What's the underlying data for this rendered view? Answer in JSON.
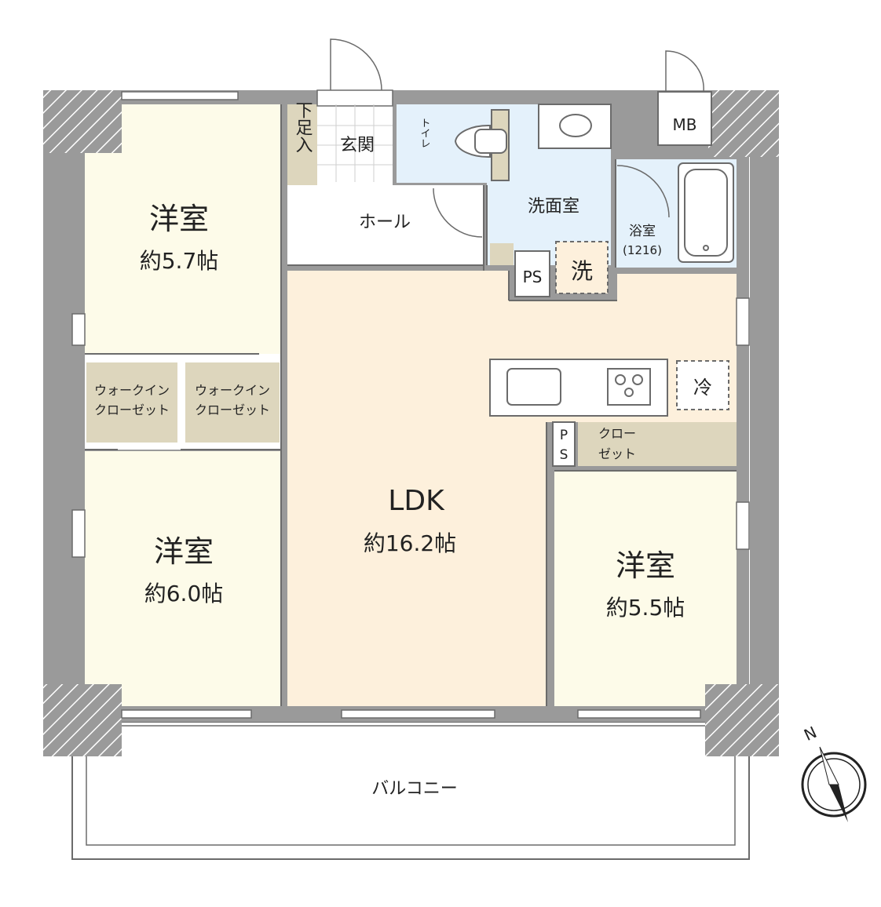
{
  "colors": {
    "wall": "#9a9a9a",
    "western_room": "#fdfbe9",
    "ldk": "#fdf0dc",
    "wet_area": "#e4f1fb",
    "closet": "#ddd6bd",
    "outline": "#6b6b6b"
  },
  "rooms": {
    "west_1": {
      "name": "洋室",
      "area": "約5.7帖"
    },
    "west_2": {
      "name": "洋室",
      "area": "約6.0帖"
    },
    "west_3": {
      "name": "洋室",
      "area": "約5.5帖"
    },
    "ldk": {
      "name": "LDK",
      "area": "約16.2帖"
    },
    "entrance": "玄関",
    "shoe": "下足入",
    "toilet": "トイレ",
    "hall": "ホール",
    "washroom": "洗面室",
    "bath": {
      "name": "浴室",
      "size": "(1216)"
    },
    "washer": "洗",
    "ps_1": "PS",
    "ps_2_top": "P",
    "ps_2_bottom": "S",
    "mb": "MB",
    "fridge": "冷",
    "wic_1": {
      "line1": "ウォークイン",
      "line2": "クローゼット"
    },
    "wic_2": {
      "line1": "ウォークイン",
      "line2": "クローゼット"
    },
    "closet": {
      "line1": "クロー",
      "line2": "ゼット"
    },
    "balcony": "バルコニー"
  },
  "compass": {
    "label": "N"
  }
}
